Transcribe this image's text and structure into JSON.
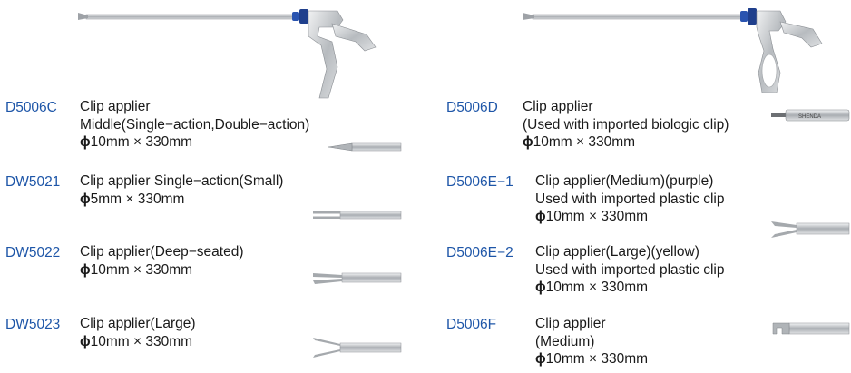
{
  "colors": {
    "code": "#1e56a8",
    "text": "#1a1a1a",
    "steel": "#c8ccd0",
    "knob": "#1f3f8c"
  },
  "products": {
    "left": [
      {
        "code": "D5006C",
        "lines": [
          "Clip applier",
          "Middle(Single−action,Double−action)"
        ],
        "dim": "10mm × 330mm"
      },
      {
        "code": "DW5021",
        "lines": [
          "Clip applier Single−action(Small)"
        ],
        "dim": "5mm × 330mm"
      },
      {
        "code": "DW5022",
        "lines": [
          "Clip applier(Deep−seated)"
        ],
        "dim": "10mm × 330mm"
      },
      {
        "code": "DW5023",
        "lines": [
          "Clip applier(Large)"
        ],
        "dim": "10mm × 330mm"
      }
    ],
    "right": [
      {
        "code": "D5006D",
        "lines": [
          "Clip applier",
          "(Used with imported biologic clip)"
        ],
        "dim": "10mm × 330mm"
      },
      {
        "code": "D5006E−1",
        "lines": [
          "Clip applier(Medium)(purple)",
          "Used with imported plastic clip"
        ],
        "dim": "10mm × 330mm"
      },
      {
        "code": "D5006E−2",
        "lines": [
          "Clip applier(Large)(yellow)",
          "Used with imported plastic clip"
        ],
        "dim": "10mm × 330mm"
      },
      {
        "code": "D5006F",
        "lines": [
          "Clip applier",
          "(Medium)"
        ],
        "dim": "10mm × 330mm"
      }
    ]
  },
  "phi_symbol": "ϕ",
  "cartridge_label": "SHENDA"
}
